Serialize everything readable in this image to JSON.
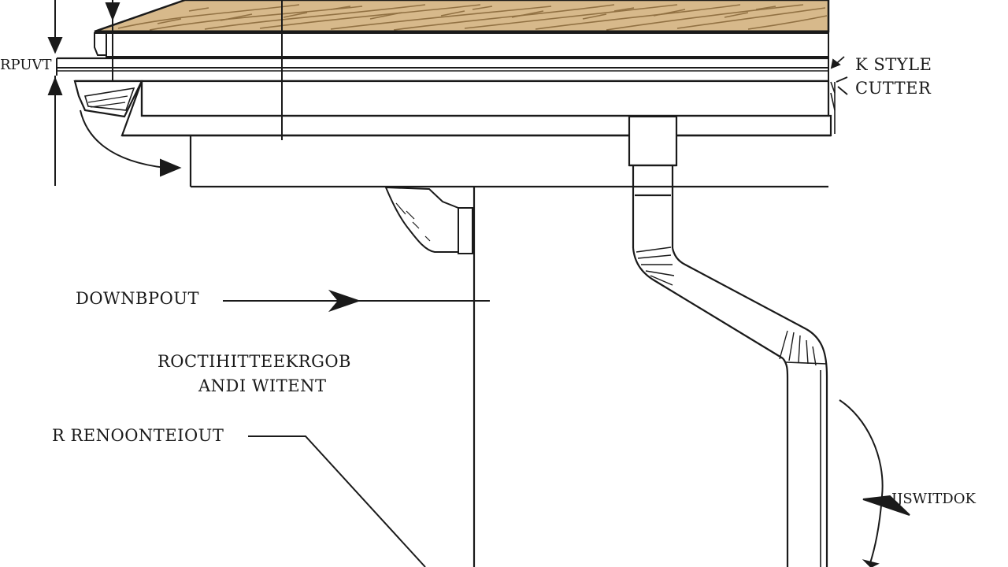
{
  "diagram": {
    "labels": {
      "left_edge": "RPUVT",
      "gutter_line1": "K STYLE",
      "gutter_line2": "CUTTER",
      "downspout": "DOWNBPOUT",
      "middle_line1": "ROCTIHITTEEKRGOB",
      "middle_line2": "ANDI WITENT",
      "lower_left": "R RENOONTEIOUT",
      "right_lower": "IJSWITDOK"
    },
    "colors": {
      "ink": "#1a1a1a",
      "roof_wood": "#d7b98b",
      "roof_grain": "#8a6a3c",
      "background": "#ffffff"
    }
  }
}
